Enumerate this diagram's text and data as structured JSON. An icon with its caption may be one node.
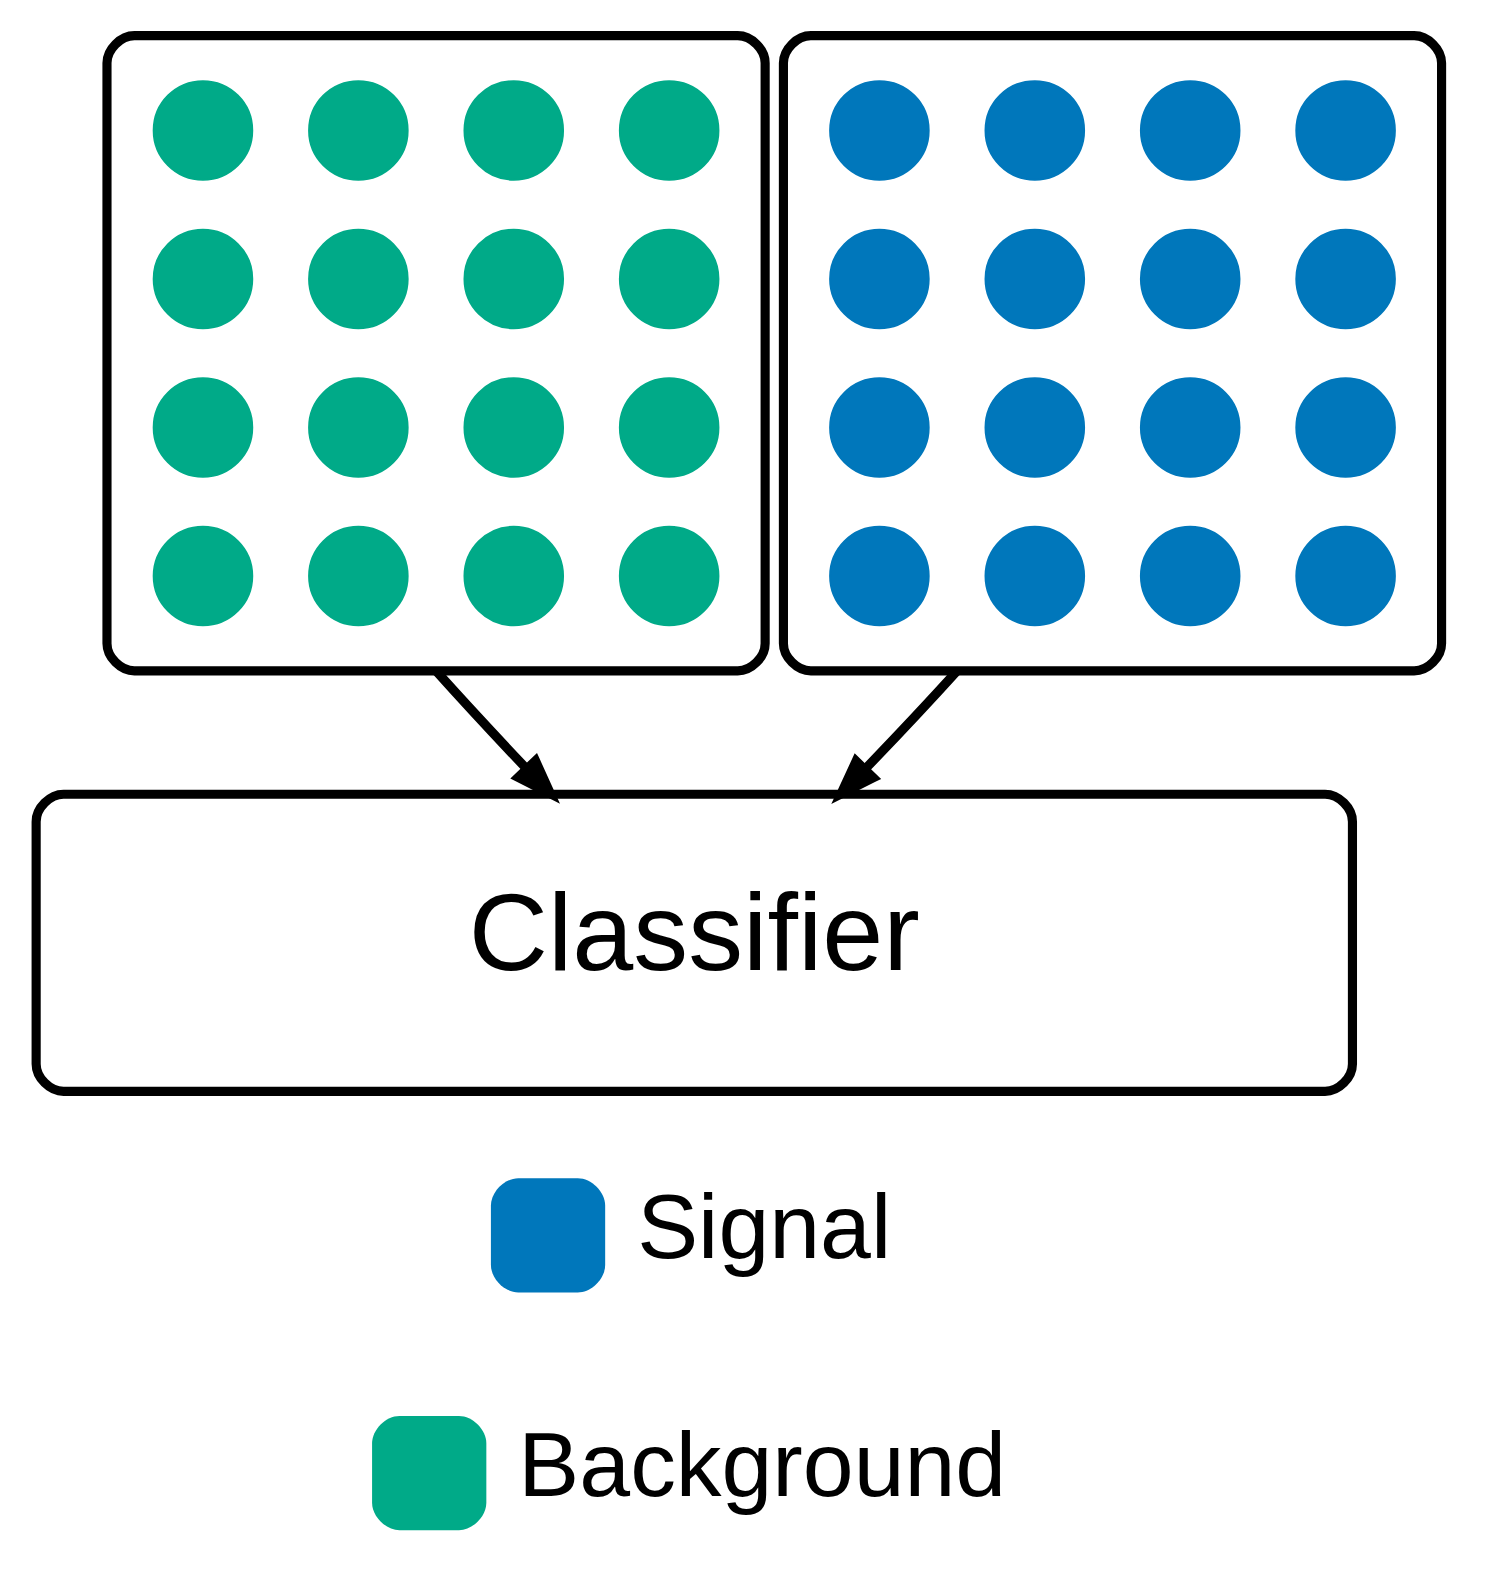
{
  "diagram": {
    "nodes": [
      {
        "text": [],
        "shape": "box"
      },
      {
        "text": [],
        "shape": "circle",
        "in": 0
      },
      {
        "text": [],
        "shape": "circle",
        "in": 0
      },
      {
        "text": [],
        "shape": "circle",
        "in": 0
      },
      {
        "text": [],
        "shape": "circle",
        "in": 0
      },
      {
        "text": [],
        "shape": "circle",
        "in": 0
      },
      {
        "text": [],
        "shape": "circle",
        "in": 0
      },
      {
        "text": [],
        "shape": "circle",
        "in": 0
      },
      {
        "text": [],
        "shape": "circle",
        "in": 0
      },
      {
        "text": [],
        "shape": "circle",
        "in": 0
      },
      {
        "text": [],
        "shape": "circle",
        "in": 0
      },
      {
        "text": [],
        "shape": "circle",
        "in": 0
      },
      {
        "text": [],
        "shape": "circle",
        "in": 0
      },
      {
        "text": [],
        "shape": "circle",
        "in": 0
      },
      {
        "text": [],
        "shape": "circle",
        "in": 0
      },
      {
        "text": [],
        "shape": "circle",
        "in": 0
      },
      {
        "text": [],
        "shape": "circle",
        "in": 0
      },
      {
        "text": [],
        "shape": "box"
      },
      {
        "text": [],
        "shape": "circle",
        "in": 17
      },
      {
        "text": [],
        "shape": "circle",
        "in": 17
      },
      {
        "text": [],
        "shape": "circle",
        "in": 17
      },
      {
        "text": [],
        "shape": "circle",
        "in": 17
      },
      {
        "text": [],
        "shape": "circle",
        "in": 17
      },
      {
        "text": [],
        "shape": "circle",
        "in": 17
      },
      {
        "text": [],
        "shape": "circle",
        "in": 17
      },
      {
        "text": [],
        "shape": "circle",
        "in": 17
      },
      {
        "text": [],
        "shape": "circle",
        "in": 17
      },
      {
        "text": [],
        "shape": "circle",
        "in": 17
      },
      {
        "text": [],
        "shape": "circle",
        "in": 17
      },
      {
        "text": [],
        "shape": "circle",
        "in": 17
      },
      {
        "text": [],
        "shape": "circle",
        "in": 17
      },
      {
        "text": [],
        "shape": "circle",
        "in": 17
      },
      {
        "text": [],
        "shape": "circle",
        "in": 17
      },
      {
        "text": [],
        "shape": "circle",
        "in": 17
      },
      {
        "text": [
          "Classifier"
        ]
      }
    ],
    "edges": [
      {
        "from": 0,
        "to": 34,
        "arrow": "to"
      },
      {
        "from": 17,
        "to": 34,
        "arrow": "to"
      }
    ],
    "legend": [
      {
        "text": "Signal",
        "color": "#0077bb"
      },
      {
        "text": "Background",
        "color": "#00aa88"
      }
    ]
  }
}
